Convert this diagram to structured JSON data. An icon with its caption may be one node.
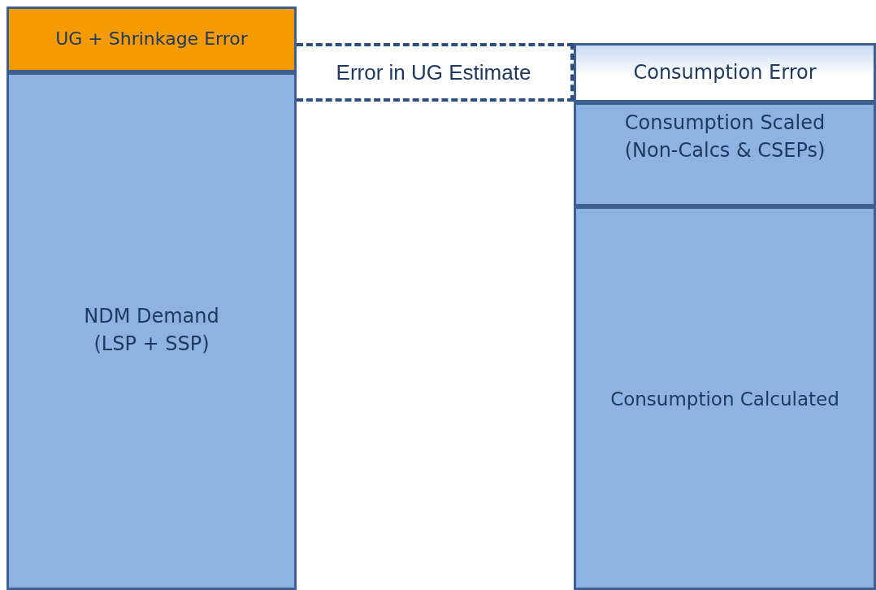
{
  "diagram": {
    "nodes": [
      {
        "text": [
          "UG + Shrinkage Error"
        ]
      },
      {
        "text": [
          "NDM Demand (LSP + SSP)"
        ]
      },
      {
        "text": [
          "Error in UG Estimate"
        ]
      },
      {
        "text": [
          "Consumption Error"
        ]
      },
      {
        "text": [
          "Consumption Scaled (Non-Calcs & CSEPs)"
        ]
      },
      {
        "text": [
          "Consumption Calculated"
        ]
      }
    ]
  }
}
